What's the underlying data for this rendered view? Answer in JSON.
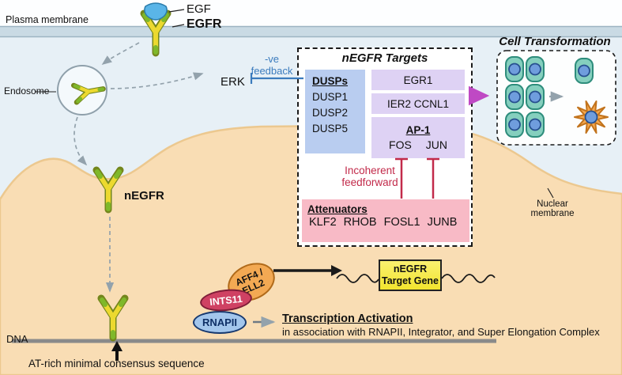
{
  "membrane": {
    "plasma_label": "Plasma membrane",
    "nuclear_label_1": "Nuclear",
    "nuclear_label_2": "membrane"
  },
  "signaling": {
    "egf": "EGF",
    "egfr": "EGFR",
    "negfr": "nEGFR",
    "endosome": "Endosome",
    "erk": "ERK",
    "feedback_line1": "-ve",
    "feedback_line2": "feedback"
  },
  "targets_panel": {
    "title": "nEGFR Targets",
    "dusps_header": "DUSPs",
    "dusps_items": [
      "DUSP1",
      "DUSP2",
      "DUSP5"
    ],
    "egr1": "EGR1",
    "ier2_ccnl1": "IER2 CCNL1",
    "ap1_header": "AP-1",
    "ap1_members": "FOS JUN",
    "incoherent_line1": "Incoherent",
    "incoherent_line2": "feedforward",
    "attenuators_header": "Attenuators",
    "attenuators_members": "KLF2 RHOB FOSL1 JUNB"
  },
  "transformation": {
    "title": "Cell Transformation"
  },
  "transcription": {
    "rnapii": "RNAPII",
    "ints11": "INTS11",
    "aff4_line1": "AFF4 /",
    "aff4_line2": "ELL2",
    "gene_line1": "nEGFR",
    "gene_line2": "Target Gene",
    "activation_title": "Transcription Activation",
    "activation_sub": "in association with RNAPII, Integrator, and Super Elongation Complex",
    "dna": "DNA",
    "at_rich": "AT-rich minimal consensus sequence"
  },
  "colors": {
    "inhibition_red": "#c22a4a",
    "feedback_blue": "#3b7bbd",
    "transform_arrow_magenta": "#bf49c4",
    "dusps_box": "#b9cdf0",
    "purple_box": "#ded2f4",
    "attenuators_pink": "#f8bac6",
    "gene_yellow": "#f6ec4a",
    "nucleus_tan": "#f9ddb4",
    "membrane_band": "#c9dae4",
    "receptor_yellow": "#ecd92f",
    "receptor_green": "#7fb82a",
    "egf_blue": "#5ab5e8"
  }
}
